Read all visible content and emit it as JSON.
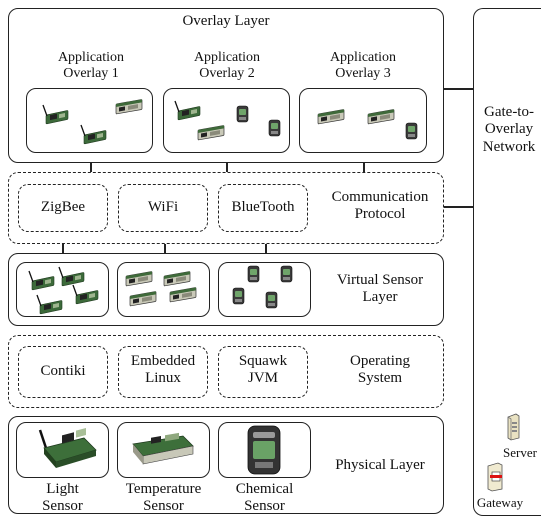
{
  "overlay_layer": {
    "title": "Overlay Layer",
    "apps": [
      {
        "line1": "Application",
        "line2": "Overlay 1"
      },
      {
        "line1": "Application",
        "line2": "Overlay 2"
      },
      {
        "line1": "Application",
        "line2": "Overlay 3"
      }
    ]
  },
  "communication": {
    "protocols": [
      "ZigBee",
      "WiFi",
      "BlueTooth"
    ],
    "label_line1": "Communication",
    "label_line2": "Protocol"
  },
  "virtual_sensor": {
    "label_line1": "Virtual Sensor",
    "label_line2": "Layer"
  },
  "operating_system": {
    "items": [
      {
        "line1": "Contiki",
        "line2": ""
      },
      {
        "line1": "Embedded",
        "line2": "Linux"
      },
      {
        "line1": "Squawk",
        "line2": "JVM"
      }
    ],
    "label_line1": "Operating",
    "label_line2": "System"
  },
  "physical": {
    "label": "Physical Layer",
    "sensors": [
      {
        "line1": "Light",
        "line2": "Sensor"
      },
      {
        "line1": "Temperature",
        "line2": "Sensor"
      },
      {
        "line1": "Chemical",
        "line2": "Sensor"
      }
    ]
  },
  "gateway_network": {
    "line1": "Gate-to-",
    "line2": "Overlay",
    "line3": "Network",
    "server_label": "Server",
    "gateway_label": "Gateway"
  }
}
